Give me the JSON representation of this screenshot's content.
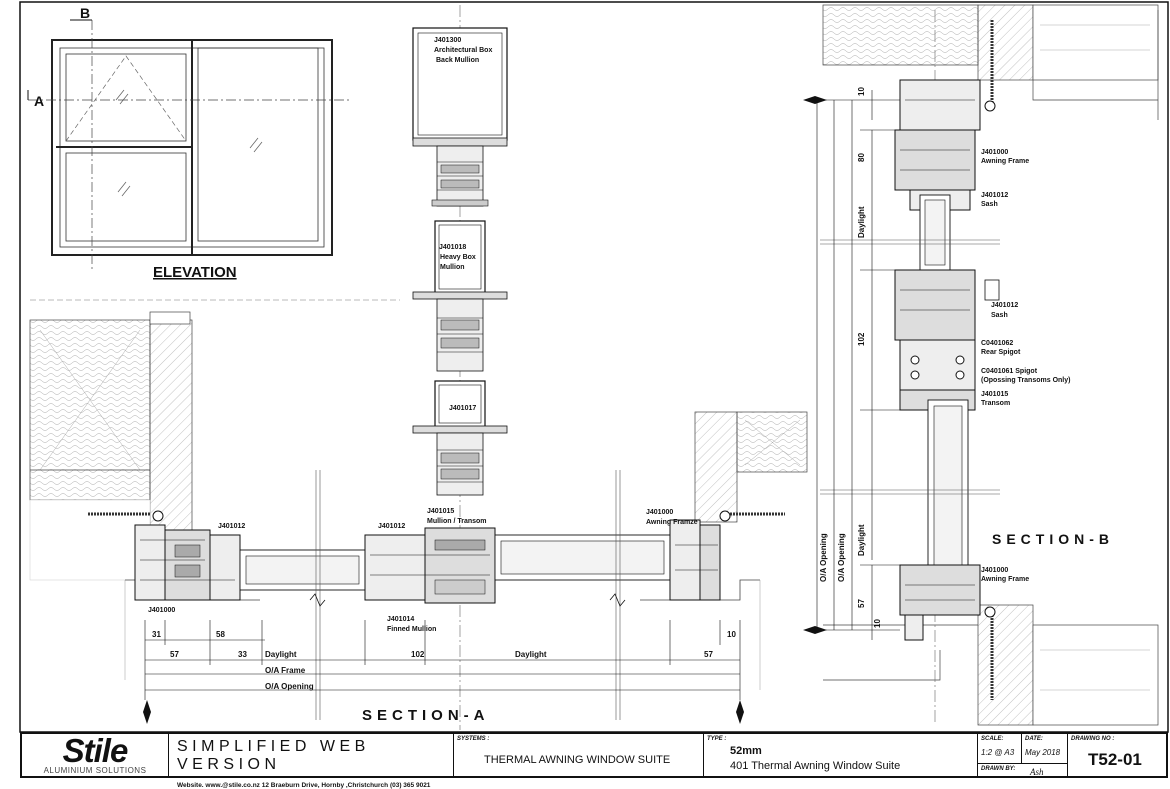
{
  "views": {
    "elevation": {
      "title": "ELEVATION",
      "marker_a": "A",
      "marker_b": "B"
    },
    "section_a": {
      "title": "SECTION-A",
      "labels": {
        "j401012_left": "J401012",
        "j401000_left": "J401000",
        "j401012_mid": "J401012",
        "j401015": "J401015",
        "mullion_transom": "Mullion / Transom",
        "j401014": "J401014",
        "finned_mullion": "Finned Mullion",
        "j401000_right": "J401000",
        "awning_frame_right": "Awning Framze"
      },
      "dims": {
        "d31": "31",
        "d58": "58",
        "d57_left": "57",
        "d33": "33",
        "daylight_left": "Daylight",
        "d102": "102",
        "daylight_mid": "Daylight",
        "d57_right": "57",
        "d10": "10",
        "oa_frame": "O/A Frame",
        "oa_opening": "O/A Opening"
      }
    },
    "mullions": [
      {
        "code": "J401300",
        "name_1": "Architectural Box",
        "name_2": "Back Mullion"
      },
      {
        "code": "J401018",
        "name_1": "Heavy Box",
        "name_2": "Mullion"
      },
      {
        "code": "J401017",
        "name_1": "",
        "name_2": ""
      }
    ],
    "section_b": {
      "title": "SECTION-B",
      "labels": {
        "j401000_top": "J401000",
        "awning_frame_top": "Awning Frame",
        "j401012_top": "J401012",
        "sash_top": "Sash",
        "j401012_mid": "J401012",
        "sash_mid": "Sash",
        "c0401062": "C0401062",
        "rear_spigot": "Rear Spigot",
        "c0401061": "C0401061 Spigot",
        "opposing": "(Opossing Transoms Only)",
        "j401015": "J401015",
        "transom": "Transom",
        "j401000_bot": "J401000",
        "awning_frame_bot": "Awning Frame"
      },
      "dims": {
        "d10_top": "10",
        "d80": "80",
        "daylight_top": "Daylight",
        "d102": "102",
        "daylight_bot": "Daylight",
        "oa_opening_1": "O/A Opening",
        "oa_opening_2": "O/A Opening",
        "d57": "57",
        "d10_bot": "10"
      }
    }
  },
  "title_block": {
    "logo": "Stile",
    "logo_sub": "ALUMINIUM SOLUTIONS",
    "banner": "SIMPLIFIED WEB VERSION",
    "address": "Website. www.@stile.co.nz  12 Braeburn Drive, Hornby ,Christchurch (03) 365 9021",
    "systems_label": "SYSTEMS :",
    "systems_value": "THERMAL AWNING WINDOW SUITE",
    "type_label": "TYPE :",
    "type_value_1": "52mm",
    "type_value_2": "401 Thermal Awning Window Suite",
    "scale_label": "SCALE:",
    "scale_value": "1:2 @ A3",
    "date_label": "DATE:",
    "date_value": "May 2018",
    "drawn_by_label": "DRAWN BY:",
    "drawn_by_value": "Ash",
    "drawing_no_label": "DRAWING NO :",
    "drawing_no_value": "T52-01"
  }
}
